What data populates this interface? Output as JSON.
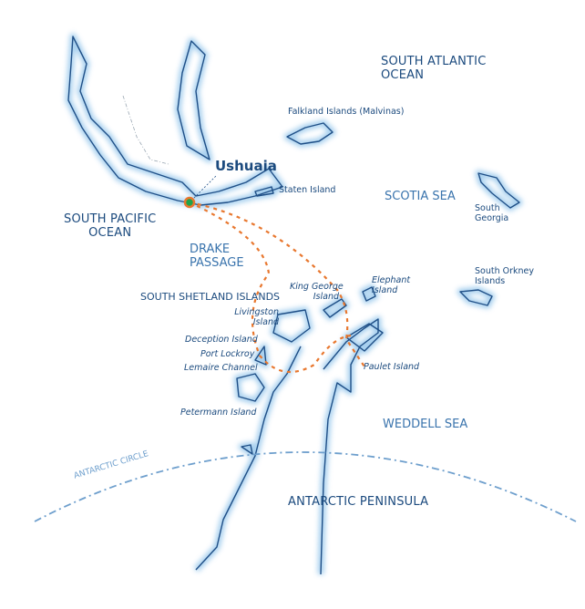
{
  "map": {
    "colors": {
      "coast": "#1f4f87",
      "glow": "#8fc3ea",
      "route": "#e8772e",
      "port": "#1fa34a",
      "circle": "#6e9fcd",
      "label": "#1b4a7e",
      "sea": "#3a74ad"
    },
    "labels": {
      "south_atlantic": "SOUTH ATLANTIC OCEAN",
      "south_atlantic_l1": "SOUTH ATLANTIC",
      "south_atlantic_l2": "OCEAN",
      "falklands": "Falkland Islands (Malvinas)",
      "ushuaia": "Ushuaia",
      "staten": "Staten Island",
      "scotia": "SCOTIA SEA",
      "south_georgia_l1": "South",
      "south_georgia_l2": "Georgia",
      "south_pacific_l1": "SOUTH PACIFIC",
      "south_pacific_l2": "OCEAN",
      "drake_l1": "DRAKE",
      "drake_l2": "PASSAGE",
      "south_orkney_l1": "South Orkney",
      "south_orkney_l2": "Islands",
      "elephant_l1": "Elephant",
      "elephant_l2": "Island",
      "king_george_l1": "King George",
      "king_george_l2": "Island",
      "south_shetland": "SOUTH SHETLAND ISLANDS",
      "livingston_l1": "Livingston",
      "livingston_l2": "Island",
      "deception": "Deception Island",
      "port_lockroy": "Port Lockroy",
      "lemaire": "Lemaire Channel",
      "paulet": "Paulet Island",
      "petermann": "Petermann Island",
      "weddell": "WEDDELL SEA",
      "antarctic_circle": "ANTARCTIC CIRCLE",
      "antarctic_peninsula": "ANTARCTIC PENINSULA"
    }
  }
}
